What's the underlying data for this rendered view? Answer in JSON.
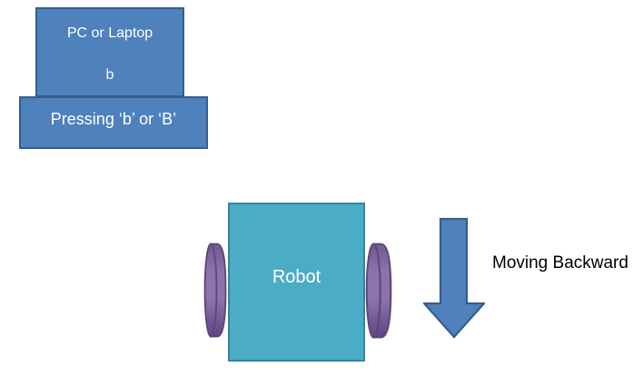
{
  "colors": {
    "background": "#FFFFFF",
    "blue_fill": "#4F81BD",
    "blue_border": "#385D8A",
    "teal_fill": "#4BACC6",
    "teal_border": "#31859B",
    "purple_fill": "#8064A2",
    "purple_highlight": "#8D72AB",
    "purple_shadow": "#5F4680",
    "purple_border": "#5C4776",
    "shape_text": "#FFFFFF",
    "label_text": "#000000"
  },
  "pc_box": {
    "title": "PC or Laptop",
    "key": "b"
  },
  "pressing_box": {
    "label": "Pressing ‘b’ or ‘B’"
  },
  "robot": {
    "label": "Robot"
  },
  "wheels": {
    "left_icon": "cylinder-wheel",
    "right_icon": "cylinder-wheel"
  },
  "arrow": {
    "icon": "block-arrow-down",
    "direction": "down",
    "label": "Moving Backward"
  }
}
